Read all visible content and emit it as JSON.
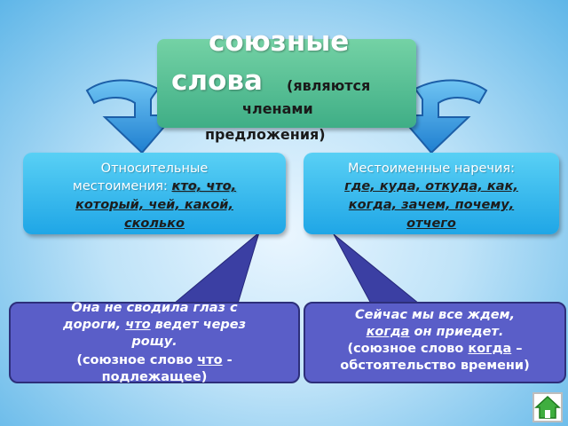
{
  "title": {
    "line1": "союзные",
    "line2": "слова",
    "line2_note": "(являются",
    "line3": "членами",
    "line4": "предложения)"
  },
  "left_box": {
    "line1": "Относительные",
    "line2": "местоимения:",
    "words_line1": "кто, что,",
    "words_line2": "который, чей, какой,",
    "words_line3": "сколько"
  },
  "right_box": {
    "line1": "Местоименные наречия:",
    "words_line1": "где, куда, откуда, как,",
    "words_line2": "когда, зачем, почему,",
    "words_line3": "отчего"
  },
  "left_example": {
    "l1": "Она не сводила глаз с",
    "l2a": "дороги, ",
    "l2b": "что",
    "l2c": " ведет через",
    "l3": "рощу.",
    "l4a": "(союзное слово ",
    "l4b": "что",
    "l4c": " -",
    "l5": "подлежащее)"
  },
  "right_example": {
    "l1": "Сейчас мы все ждем,",
    "l2a": "когда",
    "l2b": " он приедет.",
    "l3a": "(союзное слово ",
    "l3b": "когда",
    "l3c": " –",
    "l4": "обстоятельство времени)"
  },
  "colors": {
    "title_box": "#4fbf93",
    "category_box": "#2fb3ec",
    "example_box": "#5a5ec8",
    "callout": "#3b3fa3",
    "arrow": "#2f8fd8"
  },
  "icons": {
    "home": "home-icon"
  }
}
